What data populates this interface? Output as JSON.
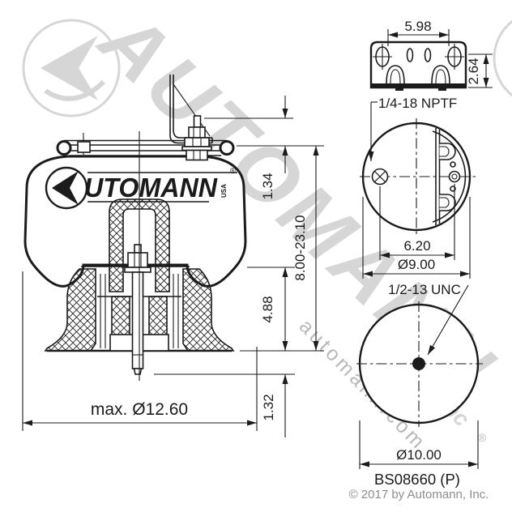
{
  "side": {
    "logo": {
      "text": "UTOMANN",
      "reg": "®",
      "suffix": "USA"
    },
    "dims": {
      "fitting_height": "1.34",
      "height_range": "8.00-23.10",
      "piston_height": "4.88",
      "stud_length": "1.32",
      "max_diameter": "max. Ø12.60"
    }
  },
  "bracket": {
    "dims": {
      "hole_spacing": "5.98",
      "height": "2.64"
    }
  },
  "top_view": {
    "port_thread": "1/4-18 NPTF",
    "dims": {
      "port_to_stud": "6.20",
      "plate_diameter": "Ø9.00"
    }
  },
  "bottom_view": {
    "stud_thread": "1/2-13 UNC",
    "dims": {
      "diameter": "Ø10.00"
    }
  },
  "footer": {
    "part_number": "BS08660 (P)",
    "copyright": "© 2017 by Automann, Inc."
  },
  "watermark": {
    "brand": "AUTOMANN",
    "url": "automann.com",
    "suffix": "Inc",
    "reg": "®"
  },
  "colors": {
    "line": "#1b1b1b",
    "copyright_text": "#8d8d8d",
    "watermark_light": "#d6d6d6",
    "watermark_mid": "#b9b9b9"
  }
}
